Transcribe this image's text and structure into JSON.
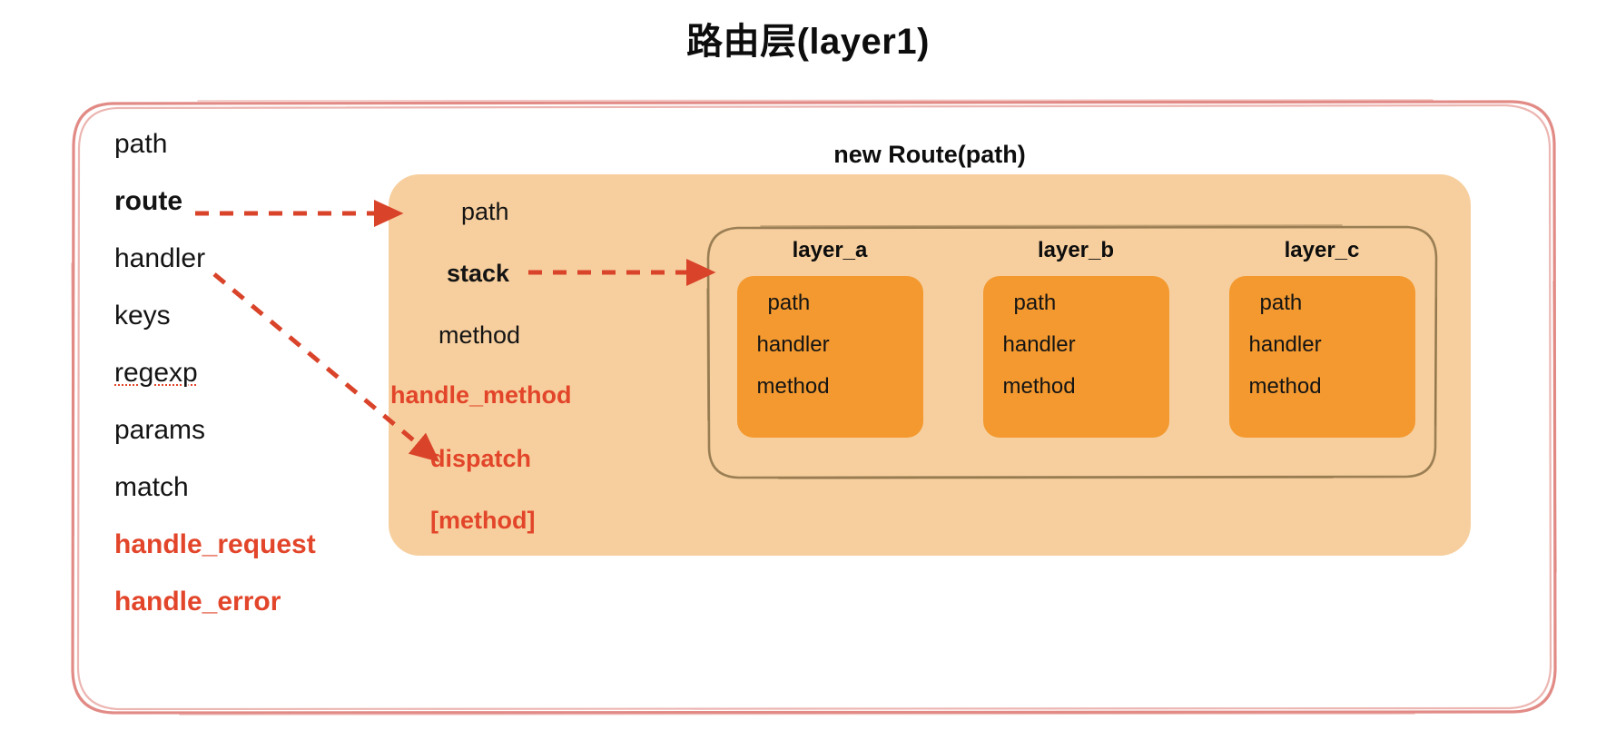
{
  "title": "路由层(layer1)",
  "colors": {
    "accent_red": "#e2452a",
    "frame_red": "#e0857f",
    "panel_peach": "#f7cf9e",
    "layer_orange": "#f3992f",
    "stack_outline_brown": "#8a7046",
    "text_dark": "#141414"
  },
  "left_column": {
    "items": [
      {
        "label": "path",
        "style": "normal"
      },
      {
        "label": "route",
        "style": "bold"
      },
      {
        "label": "handler",
        "style": "normal"
      },
      {
        "label": "keys",
        "style": "normal"
      },
      {
        "label": "regexp",
        "style": "squiggle"
      },
      {
        "label": "params",
        "style": "normal"
      },
      {
        "label": "match",
        "style": "normal"
      },
      {
        "label": "handle_request",
        "style": "red"
      },
      {
        "label": "handle_error",
        "style": "red"
      }
    ]
  },
  "route_panel": {
    "title": "new Route(path)",
    "fields": {
      "path": "path",
      "stack": "stack",
      "method": "method",
      "handle_method": "handle_method",
      "dispatch": "dispatch",
      "method_brackets": "[method]"
    }
  },
  "stack": {
    "layers": [
      {
        "title": "layer_a",
        "fields": [
          "path",
          "handler",
          "method"
        ]
      },
      {
        "title": "layer_b",
        "fields": [
          "path",
          "handler",
          "method"
        ]
      },
      {
        "title": "layer_c",
        "fields": [
          "path",
          "handler",
          "method"
        ]
      }
    ]
  },
  "arrows": [
    {
      "name": "route-to-route-panel",
      "from": "route",
      "to": "new Route(path) panel"
    },
    {
      "name": "stack-to-layer-stack",
      "from": "stack",
      "to": "layer stack container"
    },
    {
      "name": "handler-to-dispatch",
      "from": "handler",
      "to": "dispatch"
    }
  ]
}
